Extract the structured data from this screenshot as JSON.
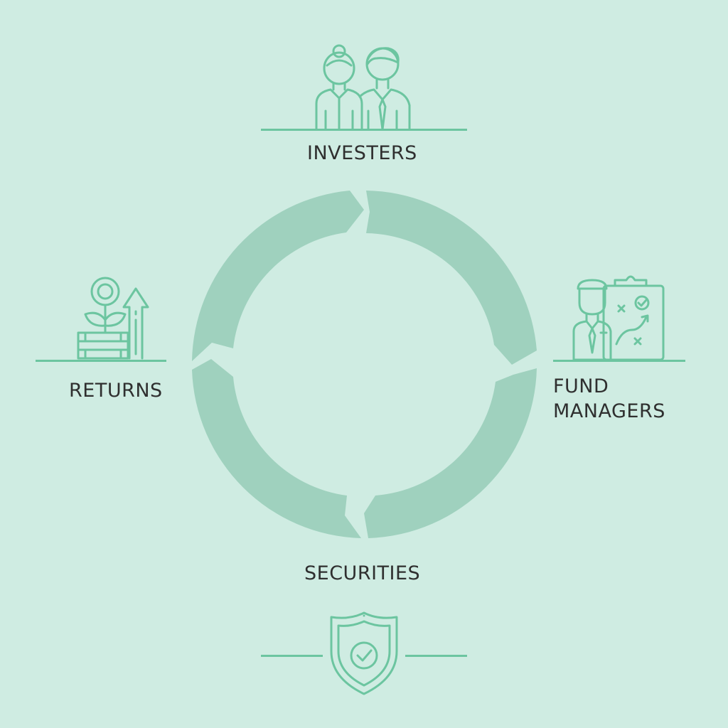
{
  "diagram": {
    "nodes": [
      {
        "id": "investers",
        "label": "INVESTERS",
        "icon": "investors-couple-icon"
      },
      {
        "id": "fund_managers",
        "label_line1": "FUND",
        "label_line2": "MANAGERS",
        "icon": "fund-manager-strategy-icon"
      },
      {
        "id": "securities",
        "label": "SECURITIES",
        "icon": "security-shield-check-icon"
      },
      {
        "id": "returns",
        "label": "RETURNS",
        "icon": "growth-plant-coins-icon"
      }
    ],
    "cycle": {
      "direction": "clockwise",
      "segments": 4,
      "icon": "cycle-arrows-icon"
    }
  },
  "colors": {
    "background": "#cfece2",
    "cycle": "#9fd1be",
    "icon_stroke": "#6cc5a0",
    "text": "#2f2f2f"
  }
}
